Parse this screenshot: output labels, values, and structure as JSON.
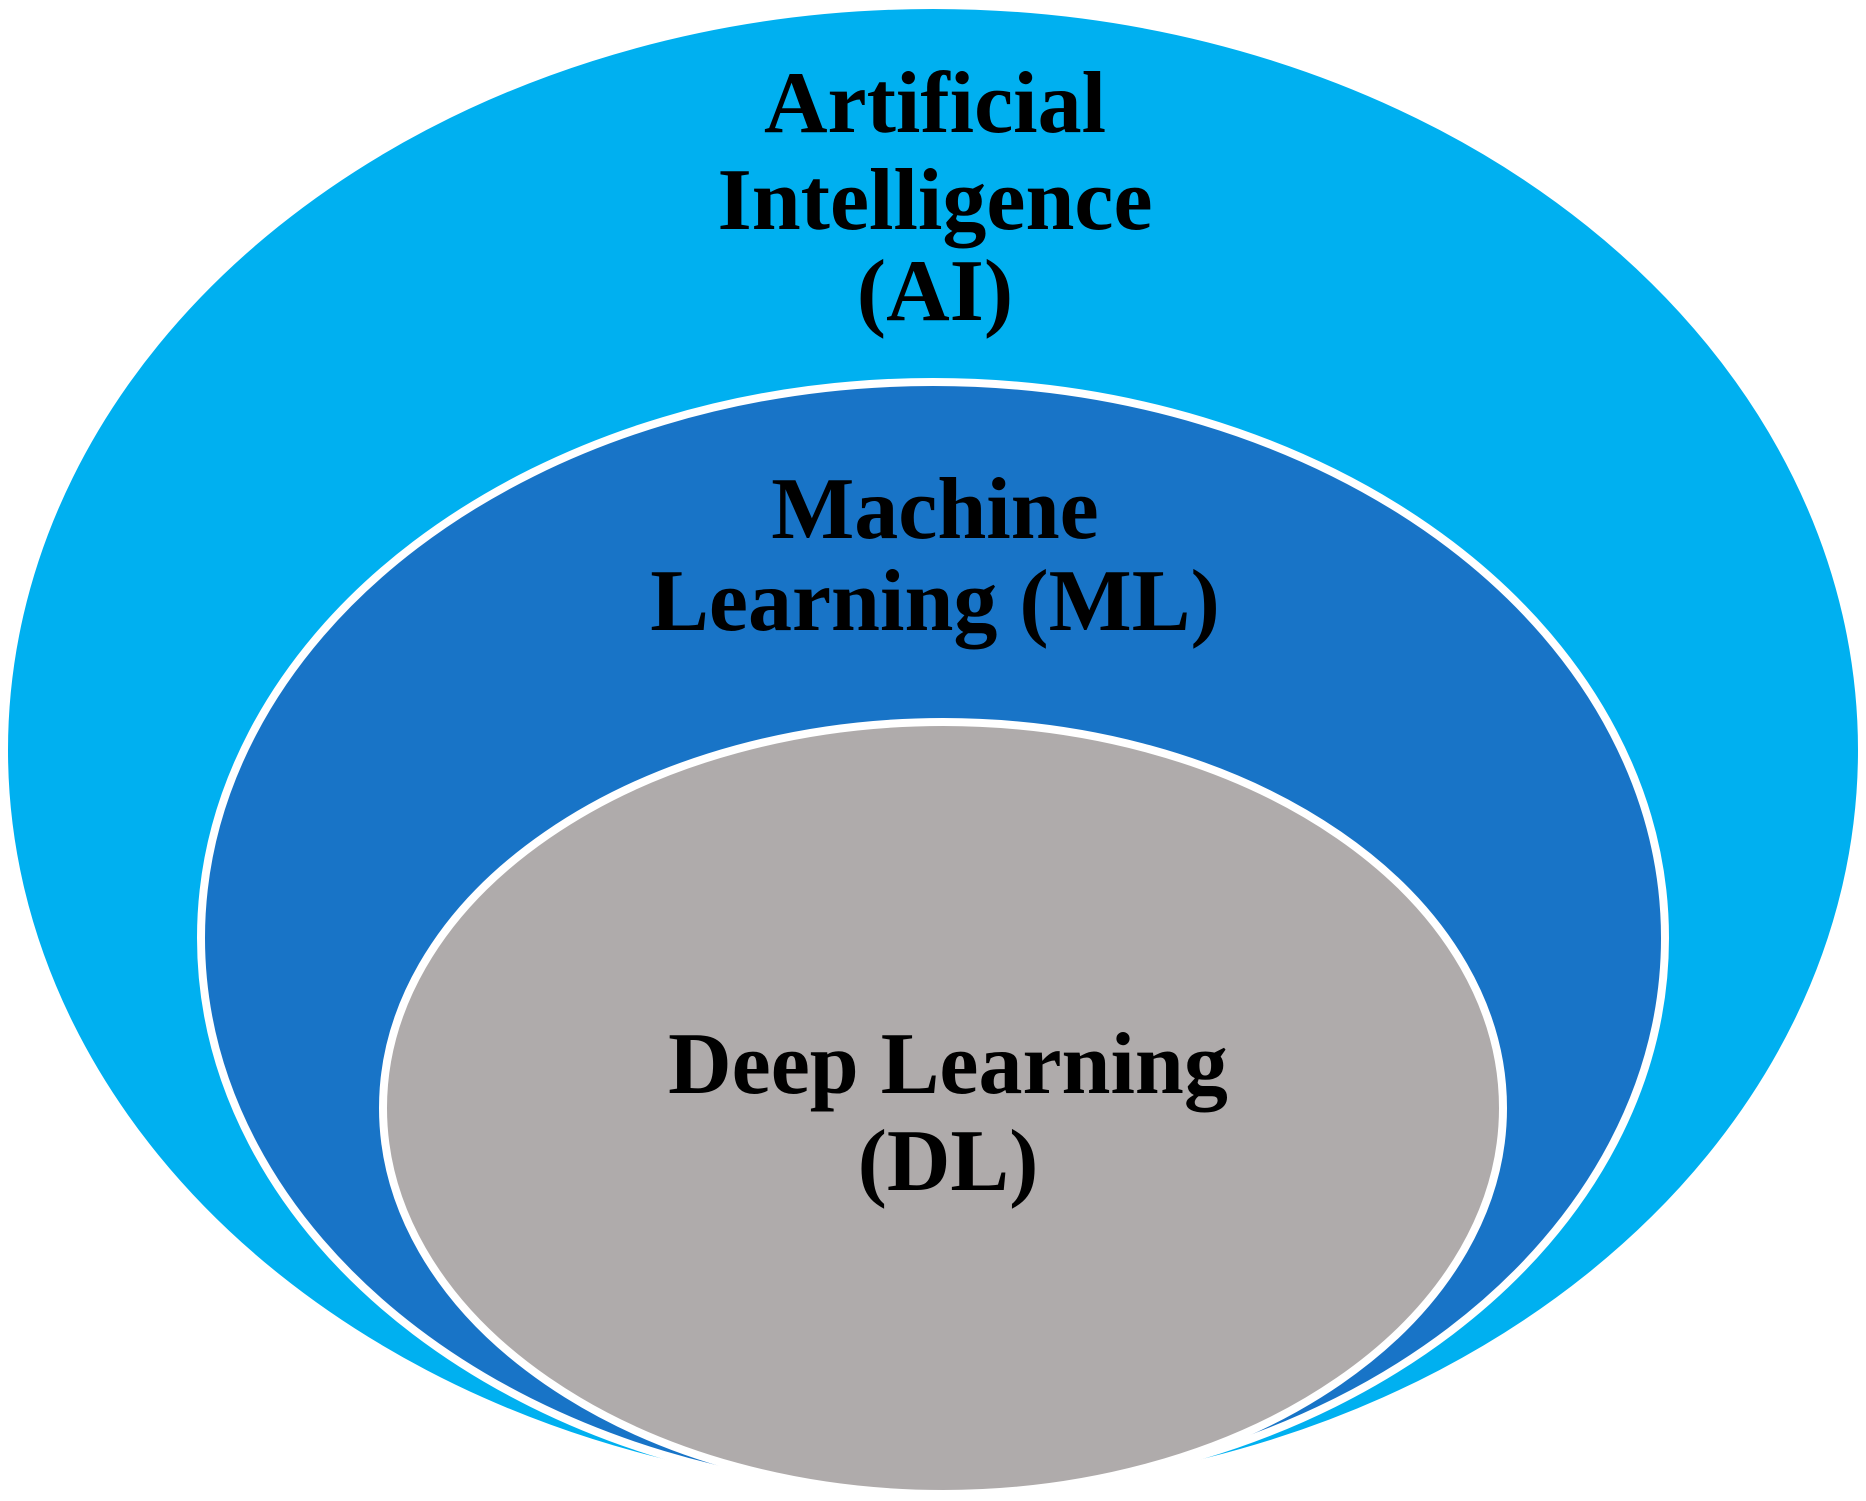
{
  "diagram": {
    "type": "nested-ellipses",
    "colors": {
      "ai": "#00B0F0",
      "ml": "#1874C7",
      "dl": "#AFABAB",
      "outline": "#ffffff"
    },
    "ai": {
      "line1": "Artificial",
      "line2": "Intelligence",
      "line3": "(AI)"
    },
    "ml": {
      "line1": "Machine",
      "line2": "Learning (ML)"
    },
    "dl": {
      "line1": "Deep Learning",
      "line2": "(DL)"
    }
  }
}
